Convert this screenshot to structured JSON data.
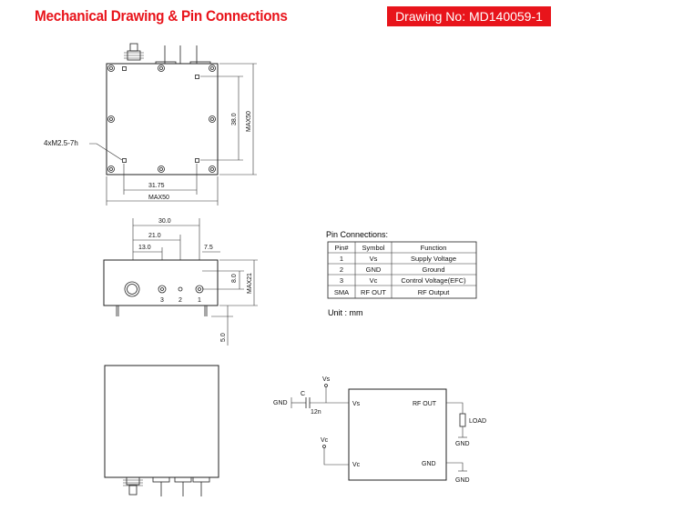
{
  "header": {
    "title": "Mechanical Drawing & Pin Connections",
    "drawing_no": "Drawing No: MD140059-1"
  },
  "top_view": {
    "hole_label": "4xM2.5-7h",
    "dim_31_75": "31.75",
    "dim_max50_w": "MAX50",
    "dim_38": "38.0",
    "dim_max50_h": "MAX50"
  },
  "side_view": {
    "dim_30": "30.0",
    "dim_21": "21.0",
    "dim_13": "13.0",
    "dim_7_5": "7.5",
    "dim_8": "8.0",
    "dim_max21": "MAX21",
    "dim_5": "5.0",
    "pin_numbers": [
      "3",
      "2",
      "1"
    ]
  },
  "pin_table": {
    "title": "Pin Connections:",
    "headers": [
      "Pin#",
      "Symbol",
      "Function"
    ],
    "rows": [
      [
        "1",
        "Vs",
        "Supply Voltage"
      ],
      [
        "2",
        "GND",
        "Ground"
      ],
      [
        "3",
        "Vc",
        "Control Voltage(EFC)"
      ],
      [
        "SMA",
        "RF OUT",
        "RF Output"
      ]
    ],
    "unit": "Unit : mm"
  },
  "schematic": {
    "vs_top": "Vs",
    "gnd_left": "GND",
    "cap_label": "C",
    "cap_value": "12n",
    "vs_pin": "Vs",
    "vc_top": "Vc",
    "vc_pin": "Vc",
    "rf_out": "RF OUT",
    "gnd_pin": "GND",
    "load": "LOAD",
    "gnd_load": "GND",
    "gnd_bottom": "GND"
  }
}
